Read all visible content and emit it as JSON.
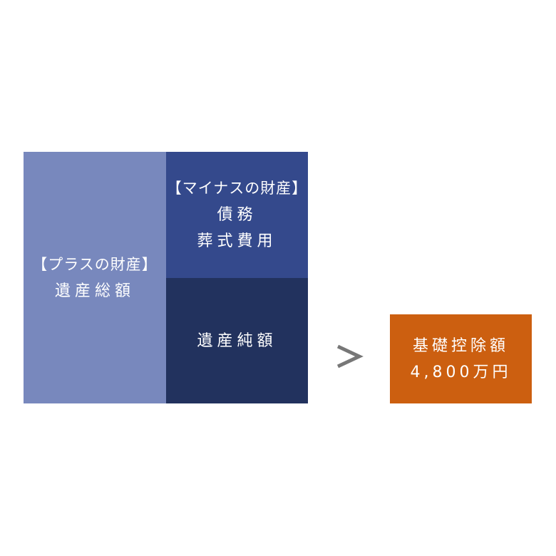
{
  "colors": {
    "plus_assets": "#7888bd",
    "minus_assets": "#34498c",
    "net_estate": "#22325e",
    "basic_deduction": "#cc5f10",
    "comparison_symbol": "#777777"
  },
  "plus_assets": {
    "heading": "【プラスの財産】",
    "item": "遺産総額"
  },
  "minus_assets": {
    "heading": "【マイナスの財産】",
    "items": [
      "債務",
      "葬式費用"
    ]
  },
  "net_estate": {
    "label": "遺産純額"
  },
  "comparison": {
    "symbol": ">"
  },
  "basic_deduction": {
    "label": "基礎控除額",
    "amount": "4,800万円"
  }
}
